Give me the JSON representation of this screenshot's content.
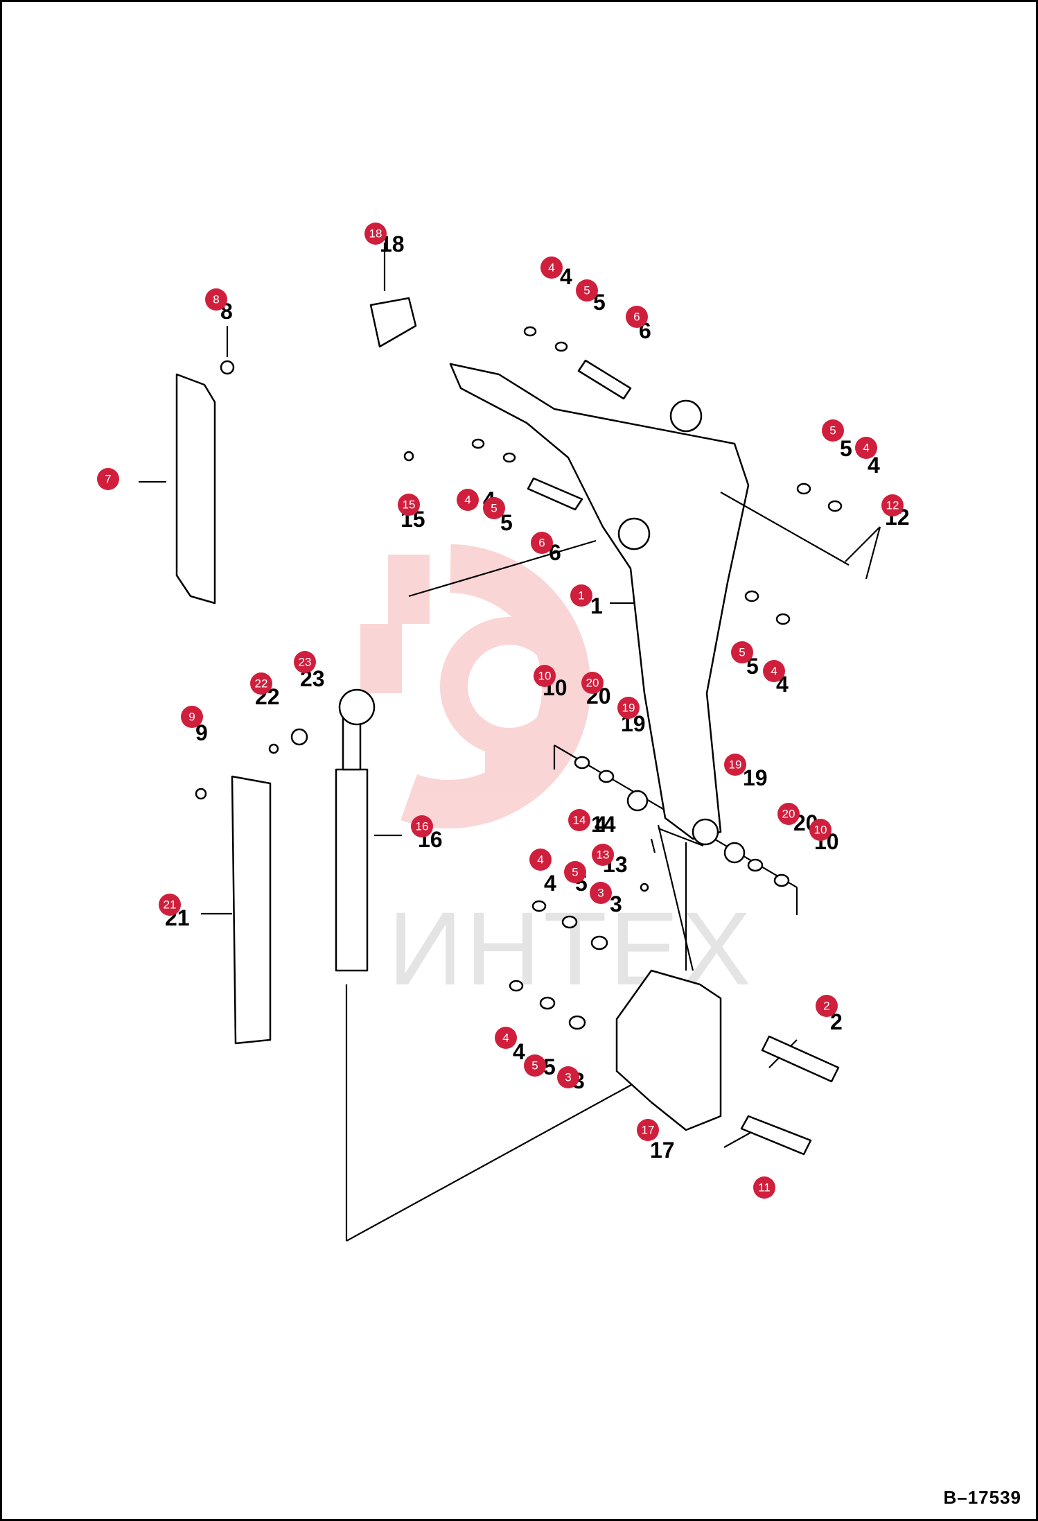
{
  "watermark": {
    "text": "ИНТЕХ",
    "color": "#f2a6a6"
  },
  "reference_code": "B–17539",
  "callout_color": "#d01f3c",
  "labels": [
    {
      "id": "l1",
      "text": "1"
    },
    {
      "id": "l2",
      "text": "2"
    },
    {
      "id": "l3a",
      "text": "3"
    },
    {
      "id": "l3b",
      "text": "3"
    },
    {
      "id": "l4a",
      "text": "4"
    },
    {
      "id": "l4b",
      "text": "4"
    },
    {
      "id": "l4c",
      "text": "4"
    },
    {
      "id": "l4d",
      "text": "4"
    },
    {
      "id": "l4e",
      "text": "4"
    },
    {
      "id": "l4f",
      "text": "4"
    },
    {
      "id": "l4g",
      "text": "4"
    },
    {
      "id": "l5a",
      "text": "5"
    },
    {
      "id": "l5b",
      "text": "5"
    },
    {
      "id": "l5c",
      "text": "5"
    },
    {
      "id": "l5d",
      "text": "5"
    },
    {
      "id": "l5e",
      "text": "5"
    },
    {
      "id": "l5f",
      "text": "5"
    },
    {
      "id": "l6a",
      "text": "6"
    },
    {
      "id": "l6b",
      "text": "6"
    },
    {
      "id": "l8",
      "text": "8"
    },
    {
      "id": "l9",
      "text": "9"
    },
    {
      "id": "l10a",
      "text": "10"
    },
    {
      "id": "l10b",
      "text": "10"
    },
    {
      "id": "l12",
      "text": "12"
    },
    {
      "id": "l13",
      "text": "13"
    },
    {
      "id": "l14",
      "text": "14"
    },
    {
      "id": "l15",
      "text": "15"
    },
    {
      "id": "l16",
      "text": "16"
    },
    {
      "id": "l17",
      "text": "17"
    },
    {
      "id": "l18",
      "text": "18"
    },
    {
      "id": "l19a",
      "text": "19"
    },
    {
      "id": "l19b",
      "text": "19"
    },
    {
      "id": "l20a",
      "text": "20"
    },
    {
      "id": "l20b",
      "text": "20"
    },
    {
      "id": "l21",
      "text": "21"
    },
    {
      "id": "l22",
      "text": "22"
    },
    {
      "id": "l23",
      "text": "23"
    }
  ],
  "callouts": [
    {
      "id": "c1",
      "text": "1"
    },
    {
      "id": "c2",
      "text": "2"
    },
    {
      "id": "c3a",
      "text": "3"
    },
    {
      "id": "c3b",
      "text": "3"
    },
    {
      "id": "c4a",
      "text": "4"
    },
    {
      "id": "c4b",
      "text": "4"
    },
    {
      "id": "c4c",
      "text": "4"
    },
    {
      "id": "c4d",
      "text": "4"
    },
    {
      "id": "c4e",
      "text": "4"
    },
    {
      "id": "c4f",
      "text": "4"
    },
    {
      "id": "c5a",
      "text": "5"
    },
    {
      "id": "c5b",
      "text": "5"
    },
    {
      "id": "c5c",
      "text": "5"
    },
    {
      "id": "c5d",
      "text": "5"
    },
    {
      "id": "c5e",
      "text": "5"
    },
    {
      "id": "c5f",
      "text": "5"
    },
    {
      "id": "c6a",
      "text": "6"
    },
    {
      "id": "c6b",
      "text": "6"
    },
    {
      "id": "c7",
      "text": "7"
    },
    {
      "id": "c8",
      "text": "8"
    },
    {
      "id": "c9",
      "text": "9"
    },
    {
      "id": "c10a",
      "text": "10"
    },
    {
      "id": "c10b",
      "text": "10"
    },
    {
      "id": "c11",
      "text": "11"
    },
    {
      "id": "c12",
      "text": "12"
    },
    {
      "id": "c13",
      "text": "13"
    },
    {
      "id": "c14",
      "text": "14"
    },
    {
      "id": "c15",
      "text": "15"
    },
    {
      "id": "c16",
      "text": "16"
    },
    {
      "id": "c17",
      "text": "17"
    },
    {
      "id": "c18",
      "text": "18"
    },
    {
      "id": "c19a",
      "text": "19"
    },
    {
      "id": "c19b",
      "text": "19"
    },
    {
      "id": "c20a",
      "text": "20"
    },
    {
      "id": "c20b",
      "text": "20"
    },
    {
      "id": "c21",
      "text": "21"
    },
    {
      "id": "c22",
      "text": "22"
    },
    {
      "id": "c23",
      "text": "23"
    }
  ]
}
